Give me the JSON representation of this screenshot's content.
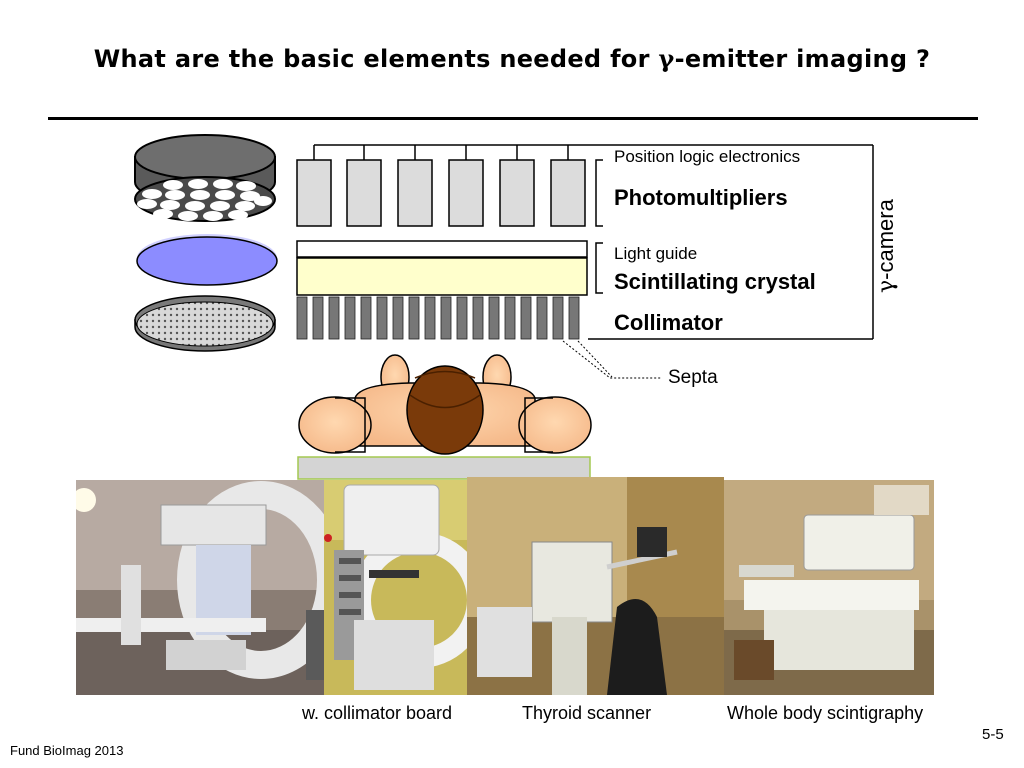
{
  "title": {
    "prefix": "What are the basic elements needed for ",
    "gamma": "γ",
    "suffix": "-emitter imaging ?"
  },
  "diagram": {
    "position_logic": "Position logic electronics",
    "photomultipliers": "Photomultipliers",
    "light_guide": "Light guide",
    "scintillating_crystal": "Scintillating crystal",
    "collimator": "Collimator",
    "septa": "Septa",
    "camera": {
      "gamma": "γ",
      "label": "-camera"
    }
  },
  "photos": {
    "captions": [
      "w. collimator board",
      "Thyroid scanner",
      "Whole body scintigraphy"
    ]
  },
  "footer": {
    "text": "Fund BioImag 2013",
    "page": "5-5"
  }
}
